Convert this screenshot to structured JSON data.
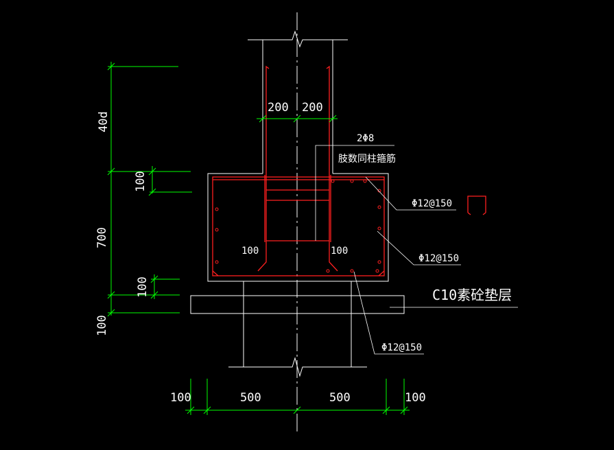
{
  "dimensions": {
    "col_left": "200",
    "col_right": "200",
    "anchor": "40d",
    "upper_cover": "100",
    "footing_height": "700",
    "lower_cover": "100",
    "cushion_thickness": "100",
    "bottom_left_edge": "100",
    "bottom_left_half": "500",
    "bottom_right_half": "500",
    "bottom_right_edge": "100",
    "hook_left": "100",
    "hook_right": "100"
  },
  "annotations": {
    "stirrup_count": "2Φ8",
    "stirrup_note": "肢数同柱箍筋",
    "rebar_top": "Φ12@150",
    "rebar_side": "Φ12@150",
    "rebar_bottom": "Φ12@150",
    "cushion": "C10素砼垫层"
  },
  "colors": {
    "background": "#000000",
    "outline": "#ffffff",
    "rebar": "#ff2020",
    "dimension": "#00ff00"
  }
}
